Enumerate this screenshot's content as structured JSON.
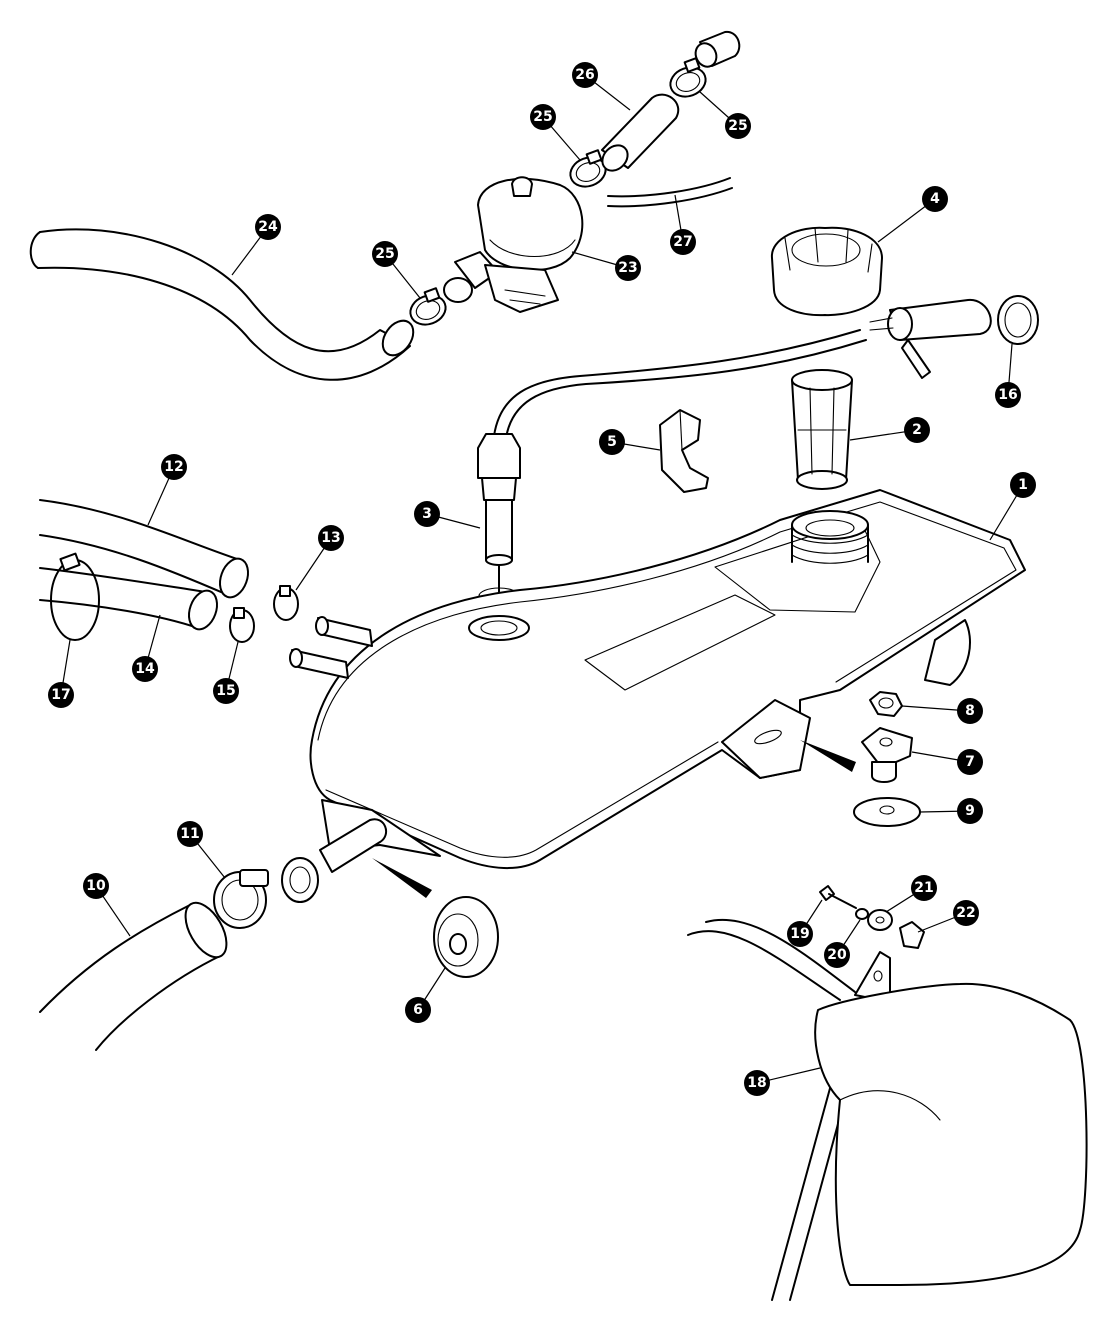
{
  "callouts": [
    {
      "id": "c1",
      "label": "1"
    },
    {
      "id": "c2",
      "label": "2"
    },
    {
      "id": "c3",
      "label": "3"
    },
    {
      "id": "c4",
      "label": "4"
    },
    {
      "id": "c5",
      "label": "5"
    },
    {
      "id": "c6",
      "label": "6"
    },
    {
      "id": "c7",
      "label": "7"
    },
    {
      "id": "c8",
      "label": "8"
    },
    {
      "id": "c9",
      "label": "9"
    },
    {
      "id": "c10",
      "label": "10"
    },
    {
      "id": "c11",
      "label": "11"
    },
    {
      "id": "c12",
      "label": "12"
    },
    {
      "id": "c13",
      "label": "13"
    },
    {
      "id": "c14",
      "label": "14"
    },
    {
      "id": "c15",
      "label": "15"
    },
    {
      "id": "c16",
      "label": "16"
    },
    {
      "id": "c17",
      "label": "17"
    },
    {
      "id": "c18",
      "label": "18"
    },
    {
      "id": "c19",
      "label": "19"
    },
    {
      "id": "c20",
      "label": "20"
    },
    {
      "id": "c21",
      "label": "21"
    },
    {
      "id": "c22",
      "label": "22"
    },
    {
      "id": "c23",
      "label": "23"
    },
    {
      "id": "c24",
      "label": "24"
    },
    {
      "id": "c25a",
      "label": "25"
    },
    {
      "id": "c25b",
      "label": "25"
    },
    {
      "id": "c25c",
      "label": "25"
    },
    {
      "id": "c26",
      "label": "26"
    },
    {
      "id": "c27",
      "label": "27"
    }
  ]
}
